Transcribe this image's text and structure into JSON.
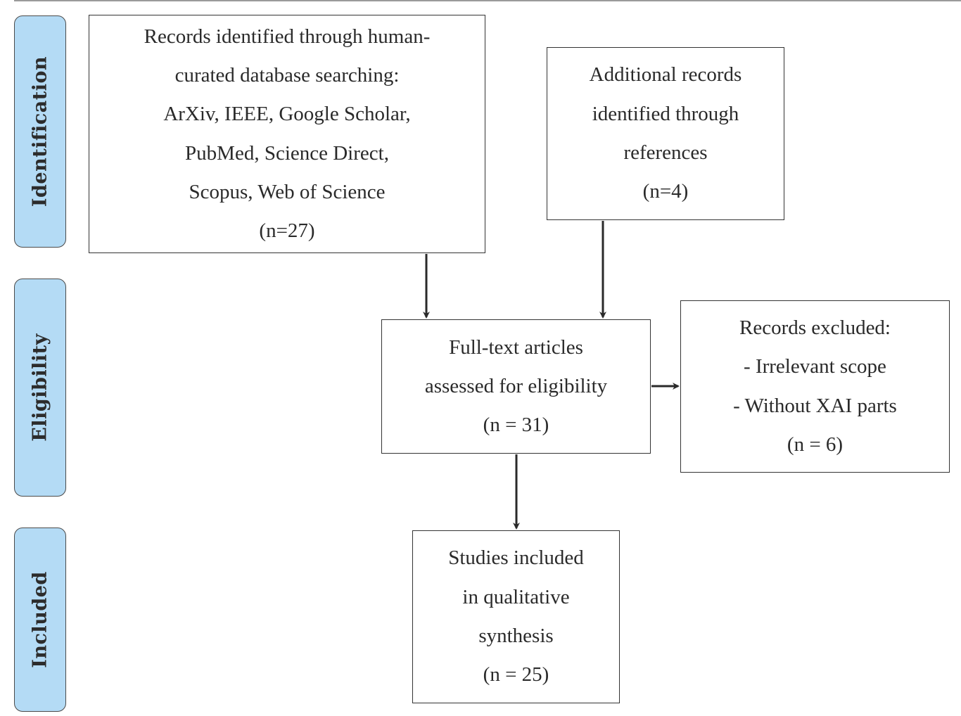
{
  "stages": [
    {
      "id": "identification",
      "label": "Identification"
    },
    {
      "id": "eligibility",
      "label": "Eligibility"
    },
    {
      "id": "included",
      "label": "Included"
    }
  ],
  "boxes": {
    "database_records": {
      "lines": [
        "Records identified through human-",
        "curated database searching:",
        "ArXiv, IEEE, Google Scholar,",
        "PubMed, Science Direct,",
        "Scopus, Web of Science",
        "(n=27)"
      ]
    },
    "additional_records": {
      "lines": [
        "Additional records",
        "identified through",
        "references",
        "(n=4)"
      ]
    },
    "full_text_assessed": {
      "lines": [
        "Full-text articles",
        "assessed for eligibility",
        "(n = 31)"
      ]
    },
    "records_excluded": {
      "lines": [
        "Records excluded:",
        "- Irrelevant scope",
        "- Without XAI parts",
        "(n = 6)"
      ]
    },
    "studies_included": {
      "lines": [
        "Studies included",
        "in qualitative",
        "synthesis",
        "(n = 25)"
      ]
    }
  },
  "colors": {
    "stage_fill": "#b4dbf5",
    "stroke": "#333333"
  }
}
